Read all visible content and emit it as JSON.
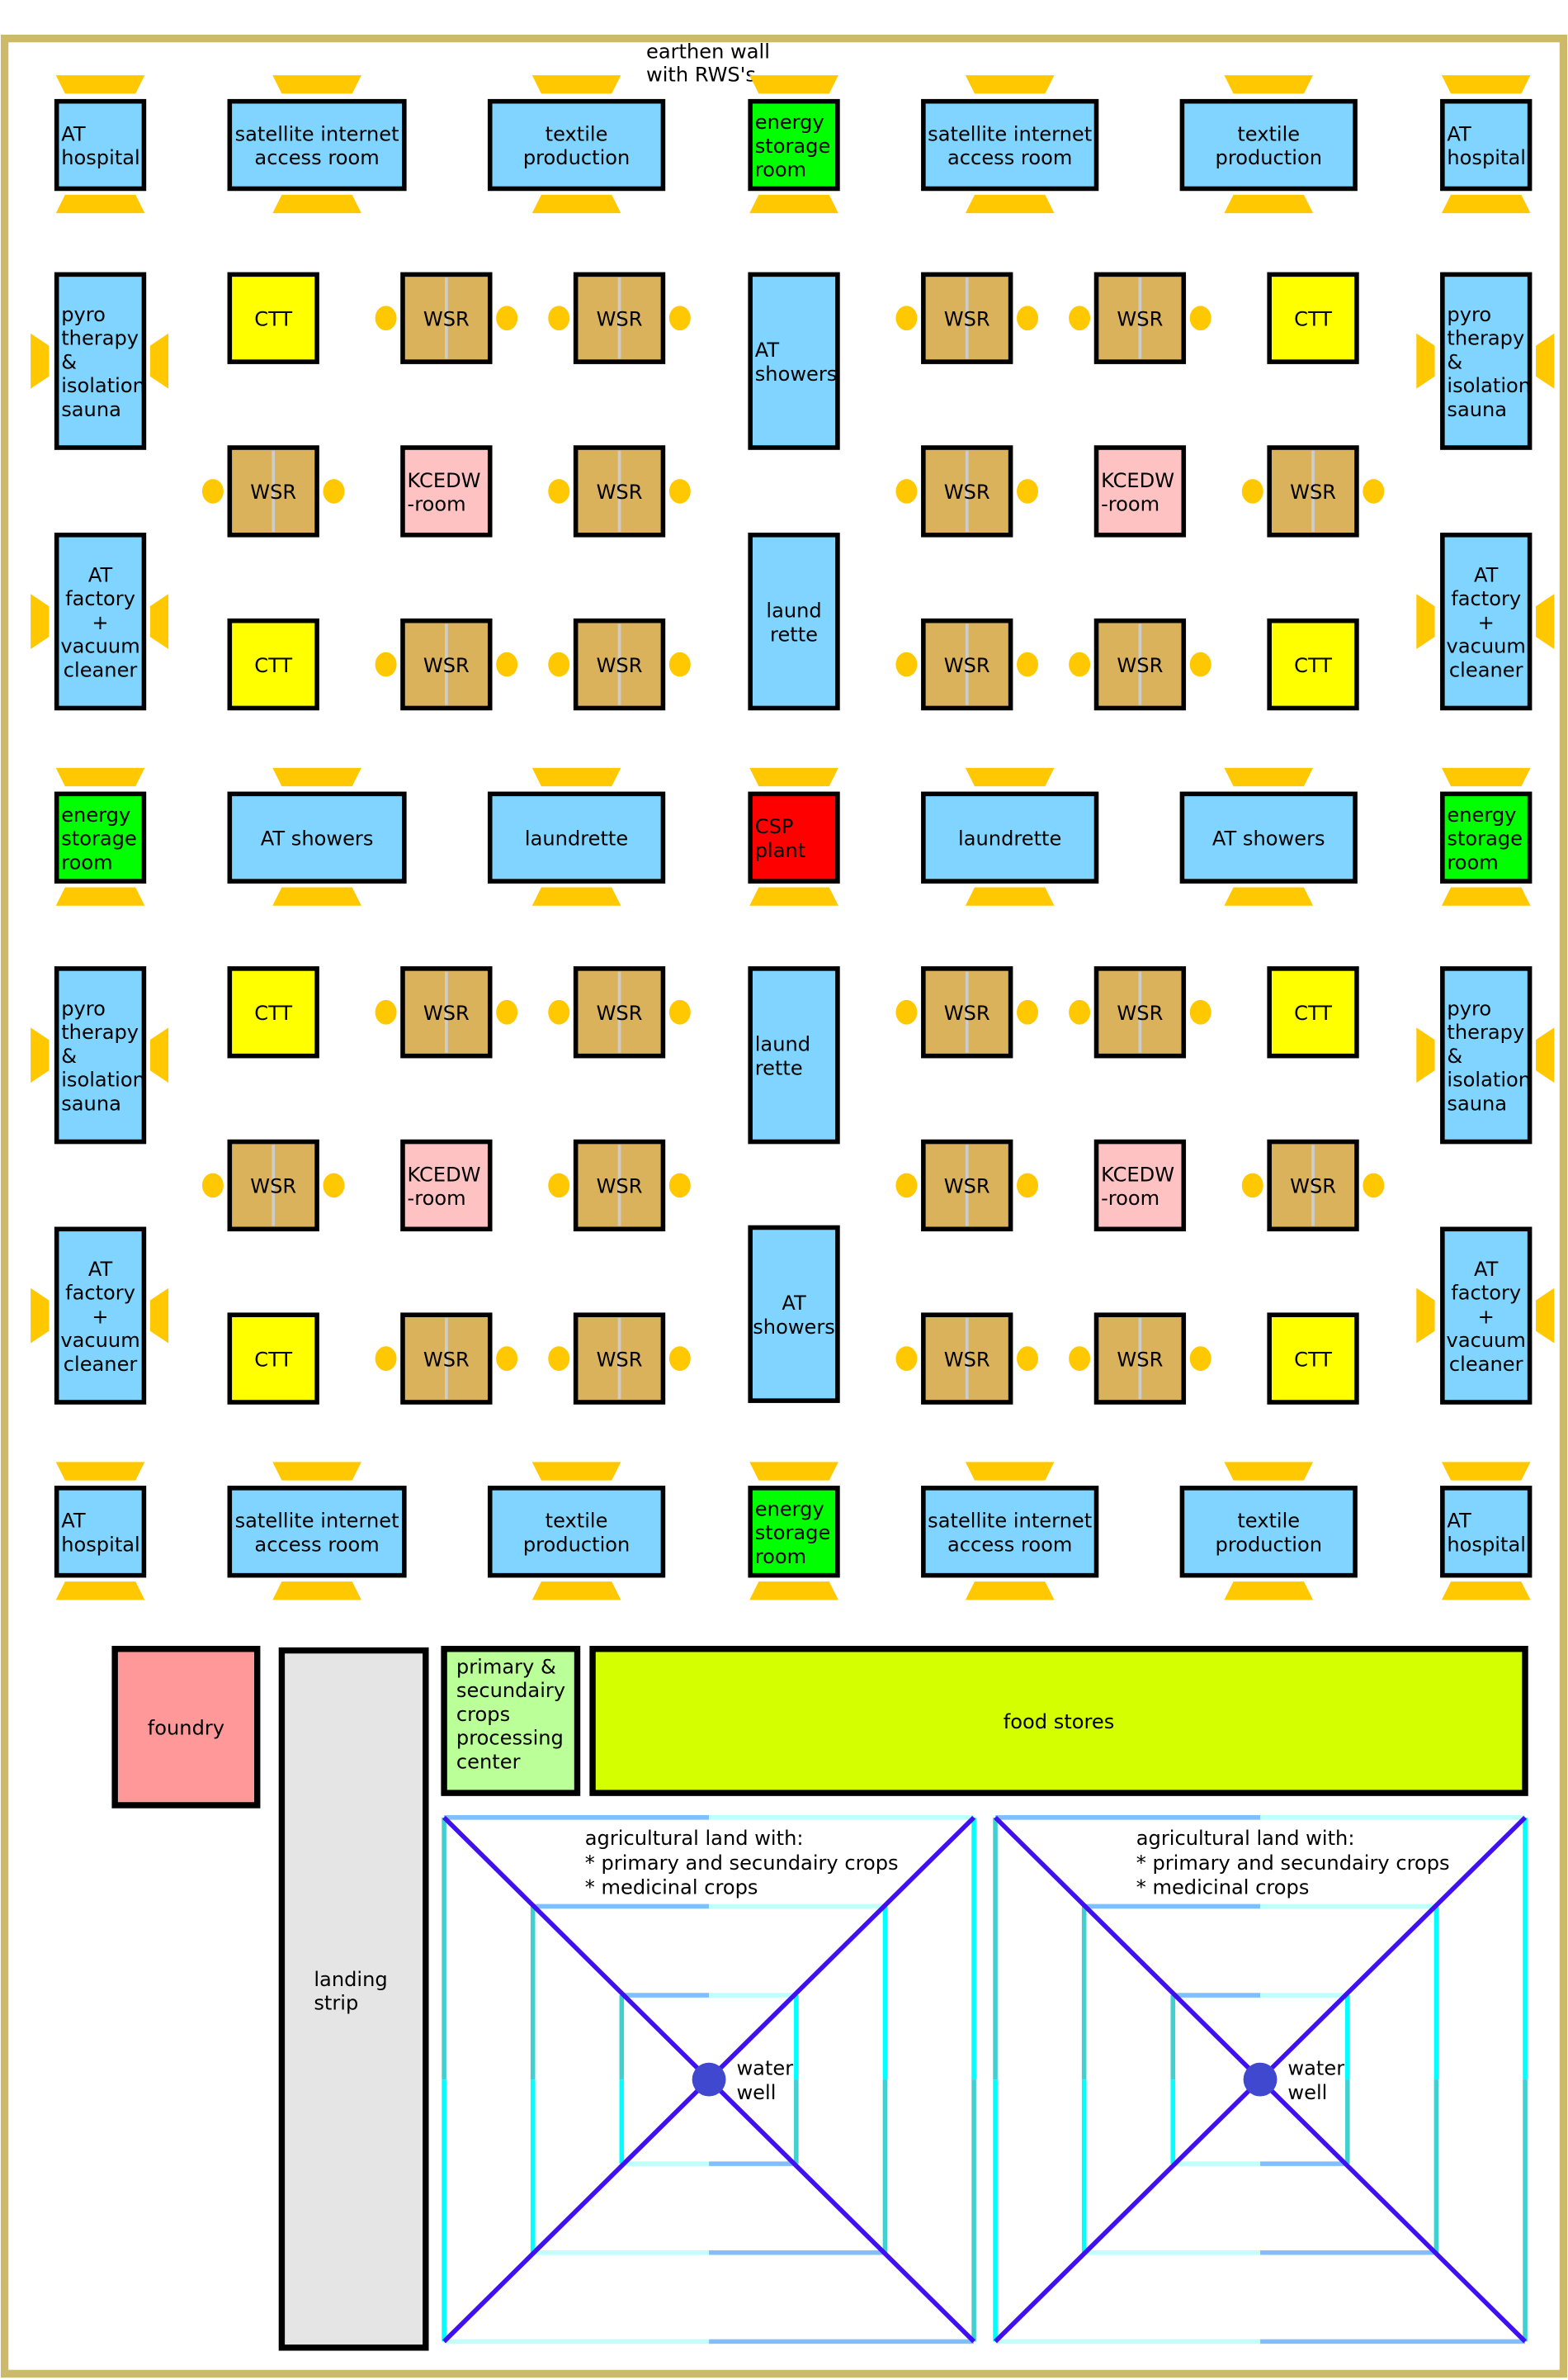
{
  "wall_note": [
    "earthen wall",
    "with RWS's"
  ],
  "colors": {
    "wall": "#cdb96a",
    "blue": "#7fd5ff",
    "green": "#00ff00",
    "red": "#ff0000",
    "yellow": "#ffff00",
    "wsr": "#dbb25c",
    "pink": "#ffc2c2",
    "light": "#ffc800",
    "foundry": "#ff9999",
    "strip": "#e5e5e5",
    "processing": "#bbff99",
    "food": "#d4ff00",
    "diagonal": "#4010f0",
    "well": "#4048d0"
  },
  "buildings": [
    {
      "type": "blue",
      "lines": [
        "AT",
        "hospital"
      ]
    },
    {
      "type": "blue",
      "lines": [
        "satellite internet",
        "access room"
      ]
    },
    {
      "type": "blue",
      "lines": [
        "textile",
        "production"
      ]
    },
    {
      "type": "green",
      "lines": [
        "energy",
        "storage",
        "room"
      ]
    },
    {
      "type": "blue",
      "lines": [
        "satellite internet",
        "access room"
      ]
    },
    {
      "type": "blue",
      "lines": [
        "textile",
        "production"
      ]
    },
    {
      "type": "blue",
      "lines": [
        "AT",
        "hospital"
      ]
    },
    {
      "type": "blue",
      "lines": [
        "pyro",
        "therapy",
        "&",
        "isolation",
        "sauna"
      ]
    },
    {
      "type": "yellow",
      "lines": [
        "CTT"
      ]
    },
    {
      "type": "wsr",
      "lines": [
        "WSR"
      ]
    },
    {
      "type": "wsr",
      "lines": [
        "WSR"
      ]
    },
    {
      "type": "blue",
      "lines": [
        "AT",
        "showers"
      ]
    },
    {
      "type": "wsr",
      "lines": [
        "WSR"
      ]
    },
    {
      "type": "wsr",
      "lines": [
        "WSR"
      ]
    },
    {
      "type": "yellow",
      "lines": [
        "CTT"
      ]
    },
    {
      "type": "blue",
      "lines": [
        "pyro",
        "therapy",
        "&",
        "isolation",
        "sauna"
      ]
    },
    {
      "type": "wsr",
      "lines": [
        "WSR"
      ]
    },
    {
      "type": "pink",
      "lines": [
        "KCEDW",
        "-room"
      ]
    },
    {
      "type": "wsr",
      "lines": [
        "WSR"
      ]
    },
    {
      "type": "wsr",
      "lines": [
        "WSR"
      ]
    },
    {
      "type": "pink",
      "lines": [
        "KCEDW",
        "-room"
      ]
    },
    {
      "type": "wsr",
      "lines": [
        "WSR"
      ]
    },
    {
      "type": "blue",
      "lines": [
        "AT",
        "factory",
        "+",
        "vacuum",
        "cleaner"
      ]
    },
    {
      "type": "yellow",
      "lines": [
        "CTT"
      ]
    },
    {
      "type": "wsr",
      "lines": [
        "WSR"
      ]
    },
    {
      "type": "wsr",
      "lines": [
        "WSR"
      ]
    },
    {
      "type": "blue",
      "lines": [
        "laund",
        "rette"
      ]
    },
    {
      "type": "wsr",
      "lines": [
        "WSR"
      ]
    },
    {
      "type": "wsr",
      "lines": [
        "WSR"
      ]
    },
    {
      "type": "yellow",
      "lines": [
        "CTT"
      ]
    },
    {
      "type": "blue",
      "lines": [
        "AT",
        "factory",
        "+",
        "vacuum",
        "cleaner"
      ]
    },
    {
      "type": "green",
      "lines": [
        "energy",
        "storage",
        "room"
      ]
    },
    {
      "type": "blue",
      "lines": [
        "AT showers"
      ]
    },
    {
      "type": "blue",
      "lines": [
        "laundrette"
      ]
    },
    {
      "type": "red",
      "lines": [
        "CSP",
        "plant"
      ]
    },
    {
      "type": "blue",
      "lines": [
        "laundrette"
      ]
    },
    {
      "type": "blue",
      "lines": [
        "AT showers"
      ]
    },
    {
      "type": "green",
      "lines": [
        "energy",
        "storage",
        "room"
      ]
    },
    {
      "type": "blue",
      "lines": [
        "pyro",
        "therapy",
        "&",
        "isolation",
        "sauna"
      ]
    },
    {
      "type": "yellow",
      "lines": [
        "CTT"
      ]
    },
    {
      "type": "wsr",
      "lines": [
        "WSR"
      ]
    },
    {
      "type": "wsr",
      "lines": [
        "WSR"
      ]
    },
    {
      "type": "blue",
      "lines": [
        "laund",
        "rette"
      ]
    },
    {
      "type": "wsr",
      "lines": [
        "WSR"
      ]
    },
    {
      "type": "wsr",
      "lines": [
        "WSR"
      ]
    },
    {
      "type": "yellow",
      "lines": [
        "CTT"
      ]
    },
    {
      "type": "blue",
      "lines": [
        "pyro",
        "therapy",
        "&",
        "isolation",
        "sauna"
      ]
    },
    {
      "type": "wsr",
      "lines": [
        "WSR"
      ]
    },
    {
      "type": "pink",
      "lines": [
        "KCEDW",
        "-room"
      ]
    },
    {
      "type": "wsr",
      "lines": [
        "WSR"
      ]
    },
    {
      "type": "wsr",
      "lines": [
        "WSR"
      ]
    },
    {
      "type": "pink",
      "lines": [
        "KCEDW",
        "-room"
      ]
    },
    {
      "type": "wsr",
      "lines": [
        "WSR"
      ]
    },
    {
      "type": "blue",
      "lines": [
        "AT",
        "factory",
        "+",
        "vacuum",
        "cleaner"
      ]
    },
    {
      "type": "yellow",
      "lines": [
        "CTT"
      ]
    },
    {
      "type": "wsr",
      "lines": [
        "WSR"
      ]
    },
    {
      "type": "wsr",
      "lines": [
        "WSR"
      ]
    },
    {
      "type": "blue",
      "lines": [
        "AT",
        "showers"
      ]
    },
    {
      "type": "wsr",
      "lines": [
        "WSR"
      ]
    },
    {
      "type": "wsr",
      "lines": [
        "WSR"
      ]
    },
    {
      "type": "yellow",
      "lines": [
        "CTT"
      ]
    },
    {
      "type": "blue",
      "lines": [
        "AT",
        "factory",
        "+",
        "vacuum",
        "cleaner"
      ]
    },
    {
      "type": "blue",
      "lines": [
        "AT",
        "hospital"
      ]
    },
    {
      "type": "blue",
      "lines": [
        "satellite internet",
        "access room"
      ]
    },
    {
      "type": "blue",
      "lines": [
        "textile",
        "production"
      ]
    },
    {
      "type": "green",
      "lines": [
        "energy",
        "storage",
        "room"
      ]
    },
    {
      "type": "blue",
      "lines": [
        "satellite internet",
        "access room"
      ]
    },
    {
      "type": "blue",
      "lines": [
        "textile",
        "production"
      ]
    },
    {
      "type": "blue",
      "lines": [
        "AT",
        "hospital"
      ]
    },
    {
      "type": "foundry",
      "lines": [
        "foundry"
      ]
    },
    {
      "type": "strip",
      "lines": [
        "landing",
        "strip"
      ]
    },
    {
      "type": "processing",
      "lines": [
        "primary &",
        "secundairy",
        "crops",
        "processing",
        "center"
      ]
    },
    {
      "type": "food",
      "lines": [
        "food stores"
      ]
    }
  ],
  "fields": [
    {
      "lines": [
        "agricultural land with:",
        "* primary and secundairy crops",
        "* medicinal crops"
      ],
      "well": [
        "water",
        "well"
      ]
    },
    {
      "lines": [
        "agricultural land with:",
        "* primary and secundairy crops",
        "* medicinal crops"
      ],
      "well": [
        "water",
        "well"
      ]
    }
  ]
}
